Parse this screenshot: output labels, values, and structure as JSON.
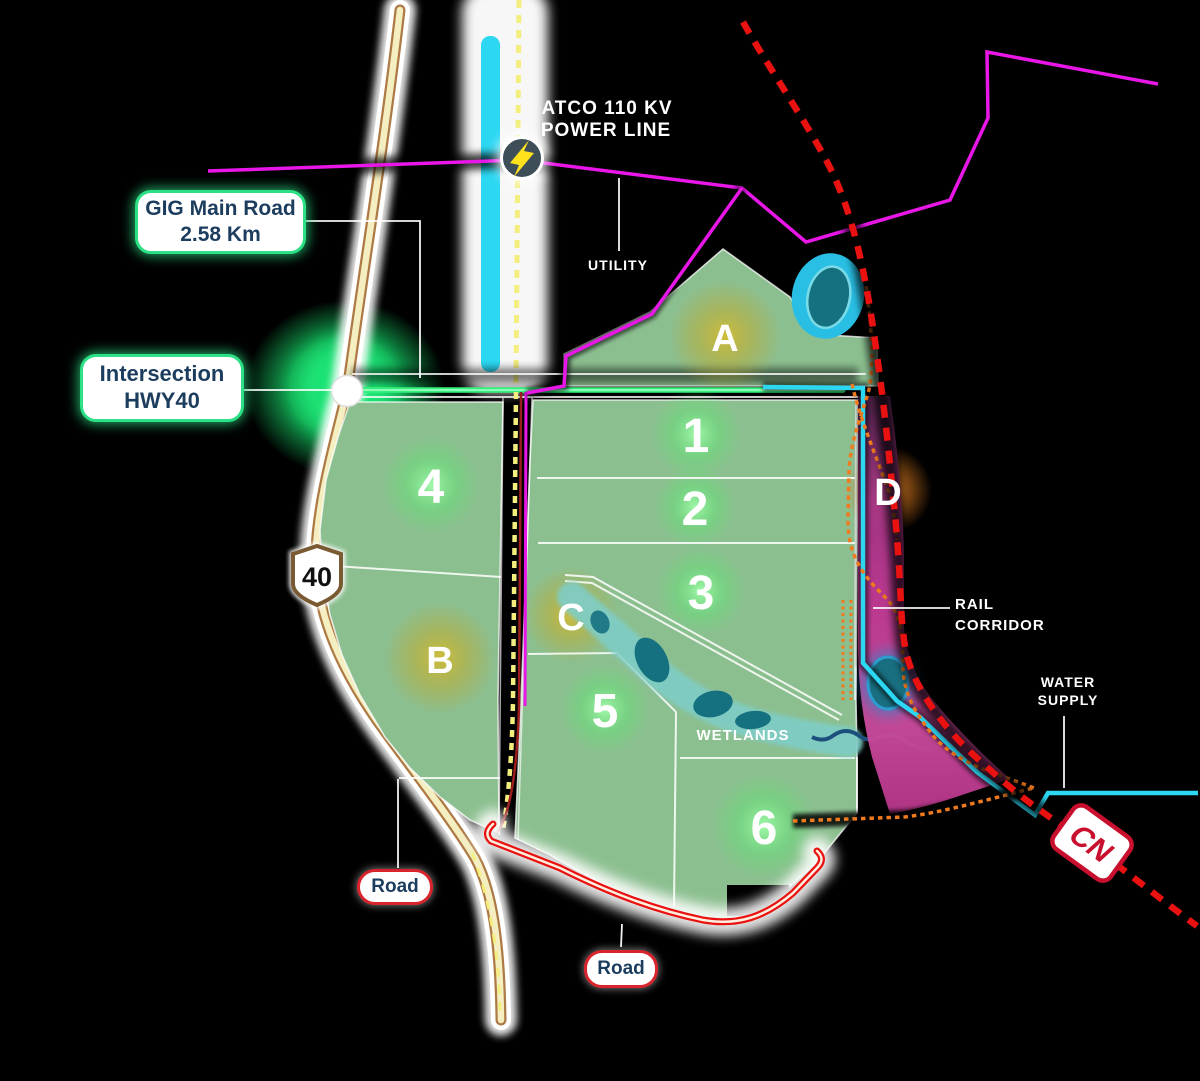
{
  "colors": {
    "parcel-green": "#8cbf90",
    "green-road": "#35f27d",
    "utility-magenta": "#e817e8",
    "rail-red": "#ea1111",
    "water-cyan": "#2cd7f2",
    "spur-orange": "#f07a1e",
    "corridor-pink": "#c43c97",
    "callout-green": "#2ce085",
    "road-red": "#d8242a",
    "callout-text": "#1c3d5e",
    "wetland-teal": "#7fcdc6",
    "pond-dark": "#15707f",
    "pond-cyan": "#29bfe4",
    "highway-tan": "#ad7a45",
    "highway-cream": "#f4eec0",
    "dash-yellow": "#f3ee7e",
    "stream-navy": "#1d4f7c"
  },
  "annotations": {
    "power_line_1": "ATCO 110 KV",
    "power_line_2": "POWER LINE",
    "utility": "UTILITY",
    "rail_1": "RAIL",
    "rail_2": "CORRIDOR",
    "water_1": "WATER",
    "water_2": "SUPPLY",
    "wetlands": "WETLANDS"
  },
  "callouts": {
    "gig_1": "GIG Main Road",
    "gig_2": "2.58 Km",
    "intersection_1": "Intersection",
    "intersection_2": "HWY40",
    "road_left": "Road",
    "road_bottom": "Road"
  },
  "markers": {
    "highway_shield": "40",
    "rail_logo": "CN"
  },
  "parcels": {
    "n1": "1",
    "n2": "2",
    "n3": "3",
    "n4": "4",
    "n5": "5",
    "n6": "6",
    "a": "A",
    "b": "B",
    "c": "C",
    "d": "D"
  }
}
